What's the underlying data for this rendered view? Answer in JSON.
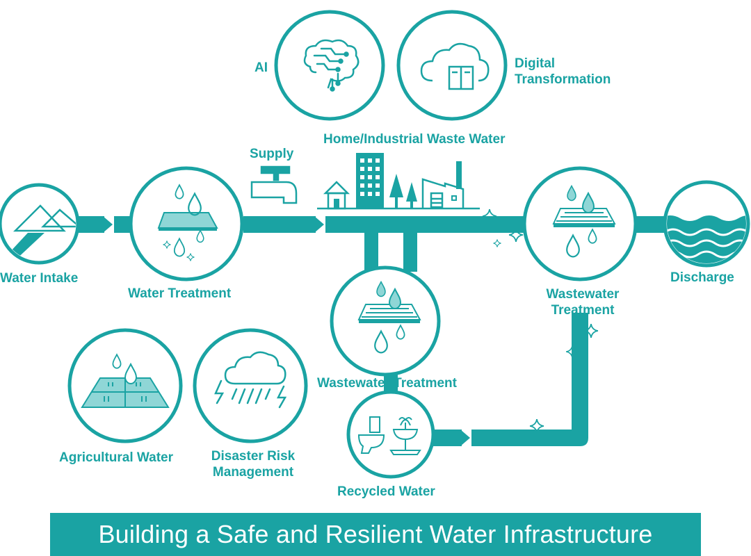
{
  "colors": {
    "primary": "#1aa3a3",
    "light": "#8fd6d6",
    "background": "#ffffff"
  },
  "nodes": {
    "ai": {
      "label": "AI",
      "icon": "brain-circuit-icon"
    },
    "digital": {
      "label_line1": "Digital",
      "label_line2": "Transformation",
      "icon": "cloud-server-icon"
    },
    "water_intake": {
      "label": "Water Intake",
      "icon": "mountains-river-icon"
    },
    "water_treatment": {
      "label": "Water Treatment",
      "icon": "filter-droplets-icon"
    },
    "supply": {
      "label": "Supply",
      "icon": "faucet-icon"
    },
    "home_industrial": {
      "label": "Home/Industrial Waste Water",
      "icon": "city-buildings-icon"
    },
    "wastewater_treatment_right": {
      "label_line1": "Wastewater",
      "label_line2": "Treatment",
      "icon": "grate-droplets-icon"
    },
    "discharge": {
      "label": "Discharge",
      "icon": "waves-icon"
    },
    "wastewater_treatment_center": {
      "label": "Wastewater Treatment",
      "icon": "grate-droplets-icon"
    },
    "recycled_water": {
      "label": "Recycled Water",
      "icon": "toilet-fountain-icon"
    },
    "agricultural_water": {
      "label": "Agricultural Water",
      "icon": "field-droplets-icon"
    },
    "disaster_risk": {
      "label_line1": "Disaster Risk",
      "label_line2": "Management",
      "icon": "storm-cloud-icon"
    }
  },
  "title": "Building a Safe and Resilient Water Infrastructure"
}
